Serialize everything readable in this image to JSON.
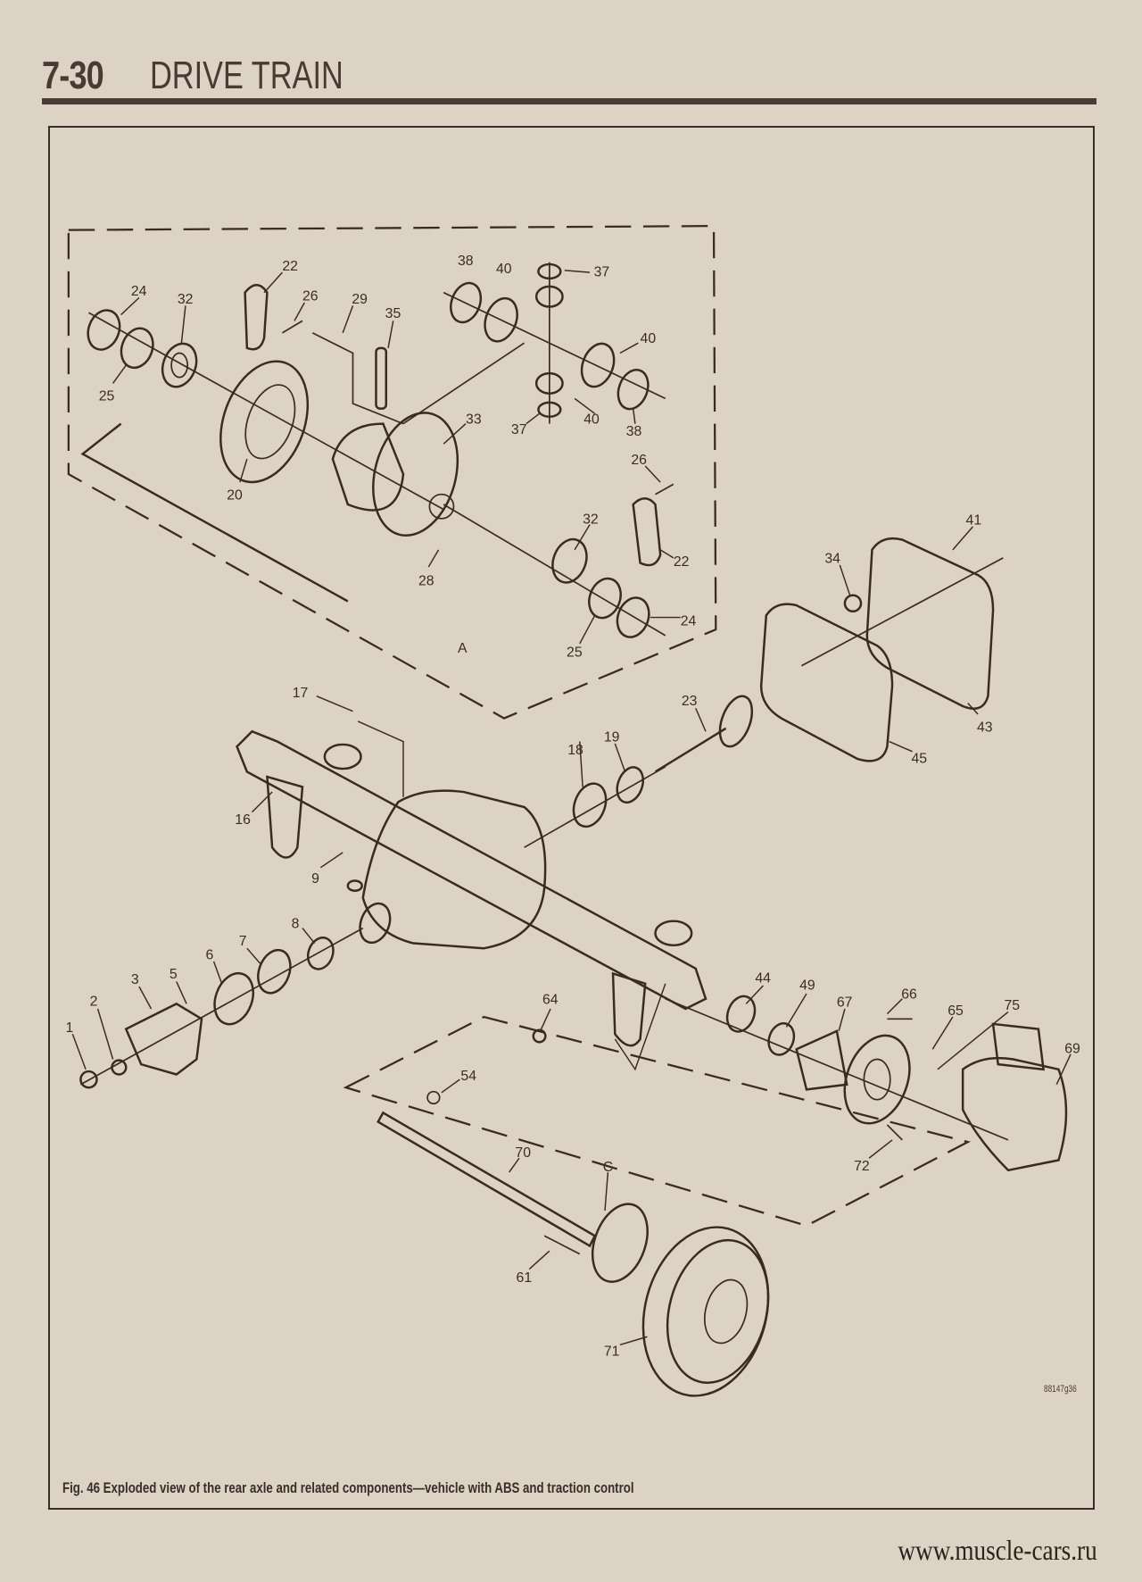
{
  "header": {
    "section_number": "7-30",
    "section_title": "DRIVE TRAIN"
  },
  "figure": {
    "caption": "Fig. 46 Exploded view of the rear axle and related components—vehicle with ABS and traction control",
    "code": "88147g36",
    "detail_label_a": "A",
    "detail_label_c": "C",
    "callouts": [
      "22",
      "24",
      "32",
      "26",
      "29",
      "35",
      "25",
      "20",
      "33",
      "28",
      "38",
      "40",
      "37",
      "40",
      "37",
      "40",
      "38",
      "26",
      "32",
      "22",
      "24",
      "25",
      "41",
      "34",
      "43",
      "45",
      "23",
      "18",
      "19",
      "17",
      "16",
      "9",
      "8",
      "7",
      "6",
      "5",
      "3",
      "2",
      "1",
      "64",
      "44",
      "49",
      "67",
      "66",
      "65",
      "75",
      "69",
      "54",
      "70",
      "72",
      "61",
      "71"
    ]
  },
  "watermark": "www.muscle-cars.ru"
}
